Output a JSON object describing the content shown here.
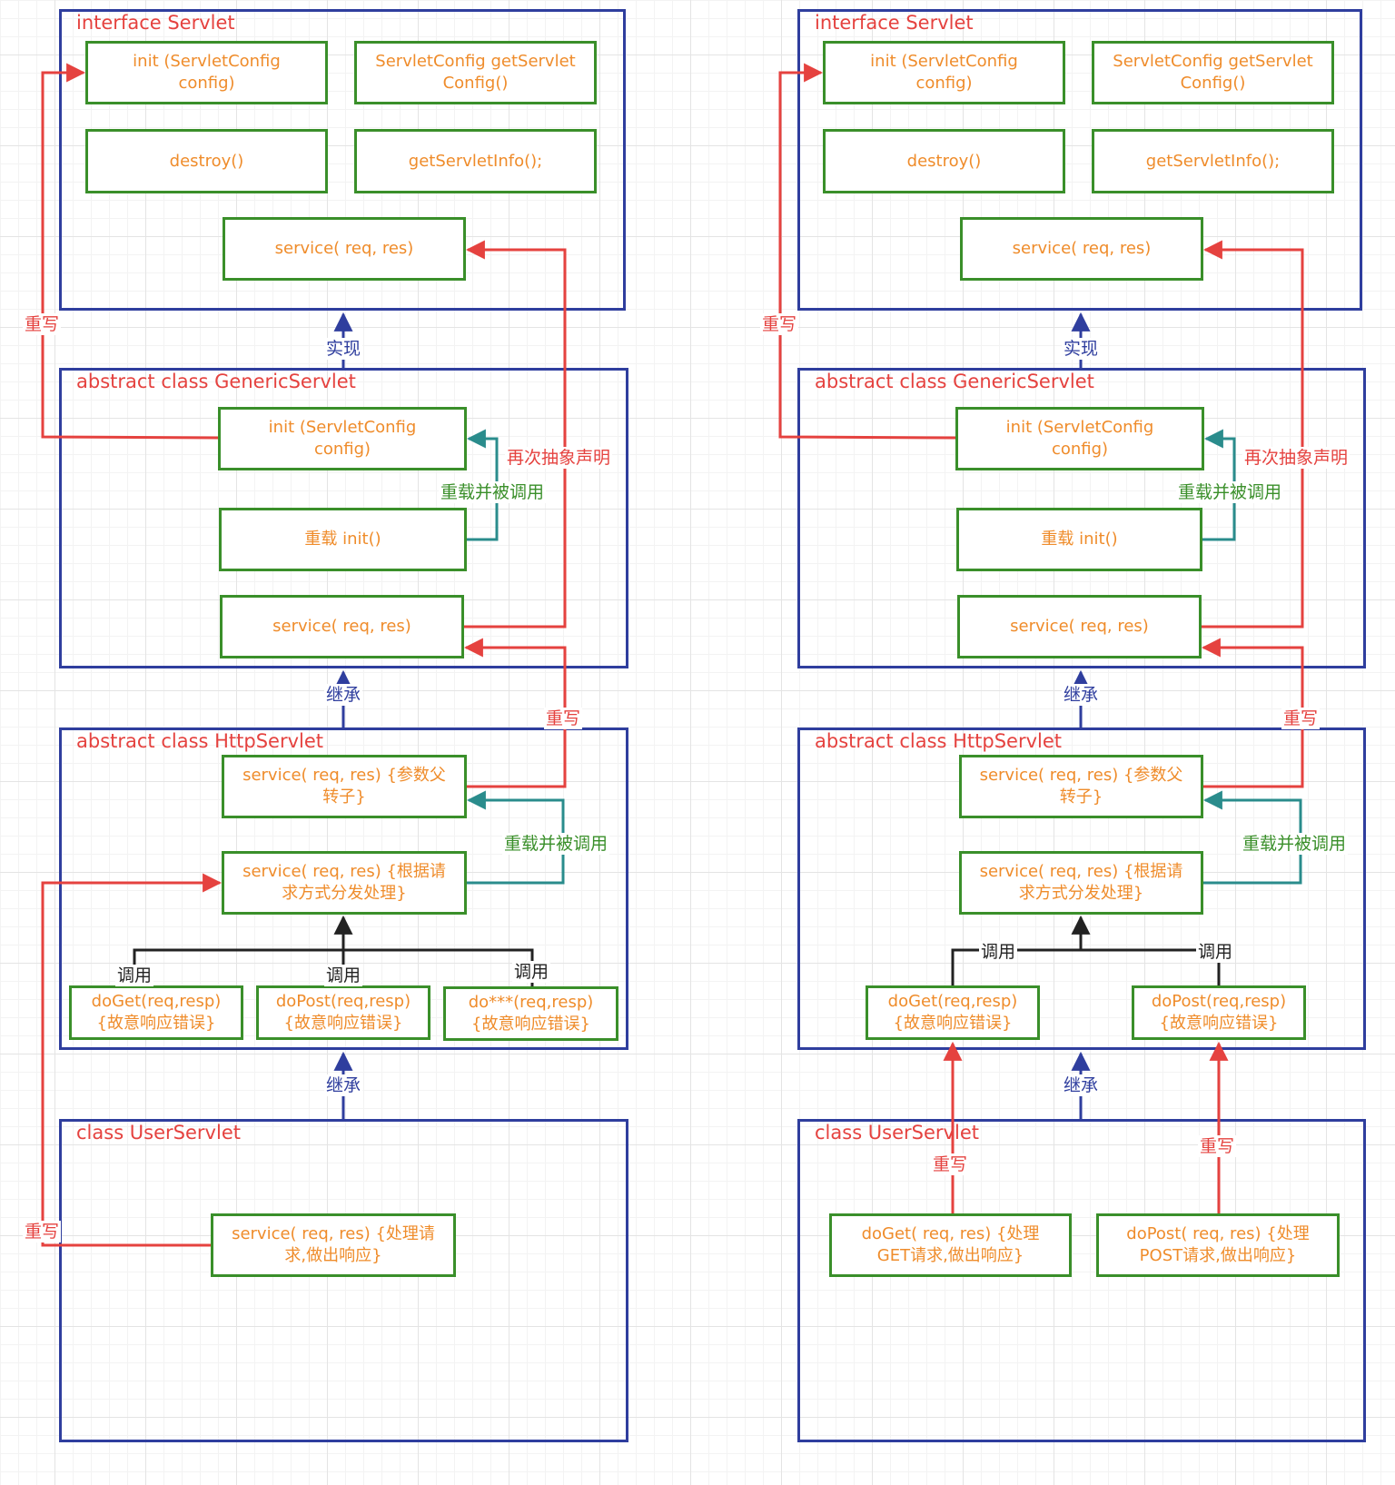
{
  "labels": {
    "interface_servlet": "interface Servlet",
    "generic_servlet": "abstract class GenericServlet",
    "http_servlet": "abstract class HttpServlet",
    "user_servlet": "class UserServlet",
    "init_config": "init (ServletConfig\nconfig)",
    "get_servlet_config": "ServletConfig getServlet\nConfig()",
    "destroy": "destroy()",
    "get_servlet_info": "getServletInfo();",
    "service": "service( req,  res)",
    "overload_init": "重载 init()",
    "http_service_convert": "service( req,  res) {参数父\n转子}",
    "http_service_dispatch": "service( req,  res) {根据请\n求方式分发处理}",
    "do_get": "doGet(req,resp)\n{故意响应错误}",
    "do_post": "doPost(req,resp)\n{故意响应错误}",
    "do_other": "do***(req,resp)\n{故意响应错误}",
    "user_service": "service( req,  res) {处理请\n求,做出响应}",
    "user_do_get": "doGet( req,  res) {处理\nGET请求,做出响应}",
    "user_do_post": "doPost( req,  res) {处理\nPOST请求,做出响应}",
    "implement": "实现",
    "inherit": "继承",
    "override": "重写",
    "redeclare_abstract": "再次抽象声明",
    "overload_called": "重载并被调用",
    "call": "调用"
  },
  "colors": {
    "class_border": "#2f3e9e",
    "method_border": "#3a8f2a",
    "method_text": "#ef8c2b",
    "override_arrow": "#e5423f",
    "overload_arrow": "#2a8c8c",
    "call_arrow": "#222222"
  }
}
